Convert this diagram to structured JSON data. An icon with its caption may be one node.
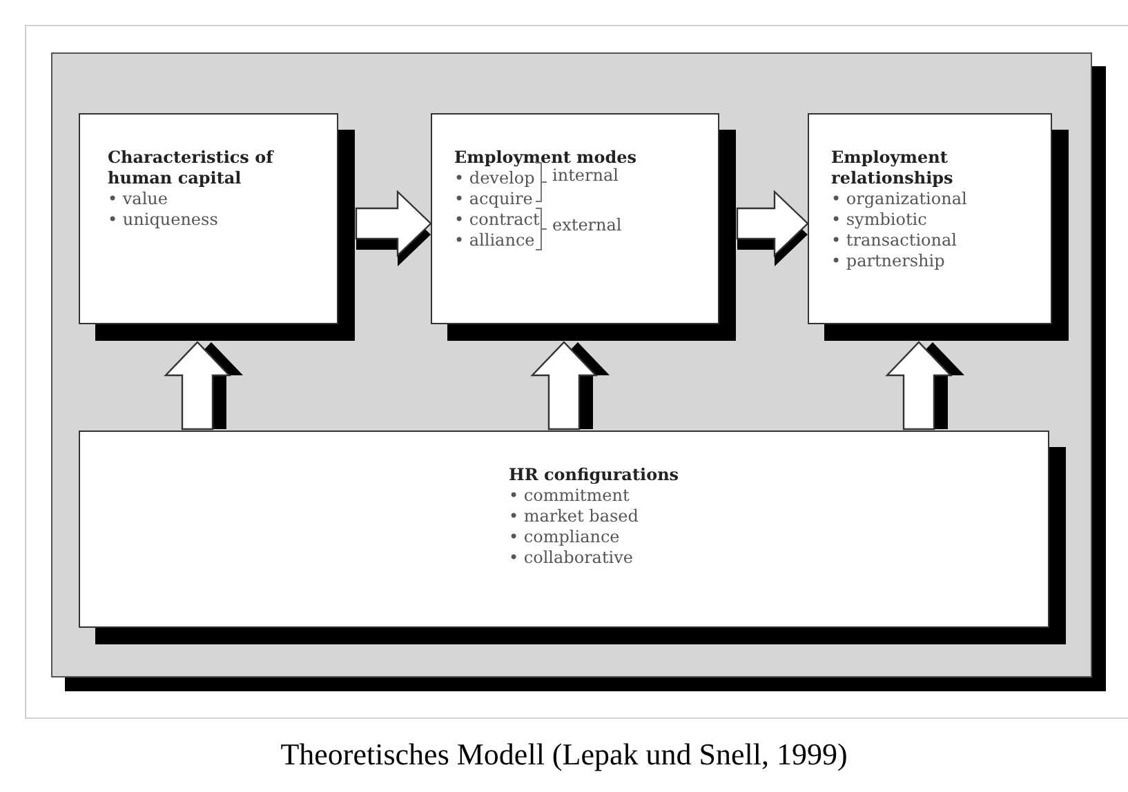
{
  "diagram": {
    "caption": "Theoretisches Modell (Lepak und Snell, 1999)",
    "nodes": [
      {
        "text": [
          "Characteristics of human capital",
          "• value",
          "• uniqueness"
        ]
      },
      {
        "text": [
          "Employment modes",
          "• develop",
          "• acquire",
          "• contract",
          "• alliance"
        ]
      },
      {
        "text": [
          "Employment relationships",
          "• organizational",
          "• symbiotic",
          "• transactional",
          "• partnership"
        ]
      },
      {
        "text": [
          "HR configurations",
          "• commitment",
          "• market based",
          "• compliance",
          "• collaborative"
        ]
      }
    ],
    "edges": [
      {
        "from": 0,
        "to": 1,
        "arrow": "to"
      },
      {
        "from": 1,
        "to": 2,
        "arrow": "to"
      },
      {
        "from": 3,
        "to": 0,
        "arrow": "to"
      },
      {
        "from": 3,
        "to": 1,
        "arrow": "to"
      },
      {
        "from": 3,
        "to": 2,
        "arrow": "to"
      }
    ],
    "labels": [
      "internal",
      "external"
    ]
  }
}
